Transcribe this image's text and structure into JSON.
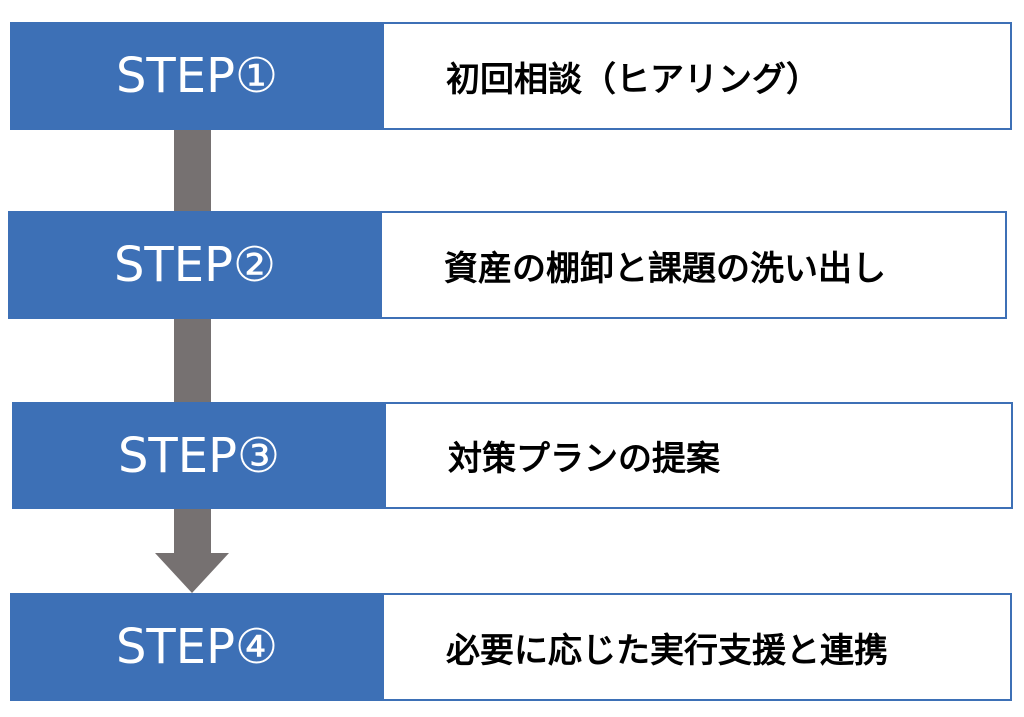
{
  "colors": {
    "step_fill": "#3d70b6",
    "step_text": "#ffffff",
    "connector": "#767171",
    "desc_border": "#3d70b6",
    "desc_text": "#000000"
  },
  "steps": [
    {
      "label": "STEP①",
      "description": "初回相談（ヒアリング）"
    },
    {
      "label": "STEP②",
      "description": "資産の棚卸と課題の洗い出し"
    },
    {
      "label": "STEP③",
      "description": "対策プランの提案"
    },
    {
      "label": "STEP④",
      "description": "必要に応じた実行支援と連携"
    }
  ]
}
